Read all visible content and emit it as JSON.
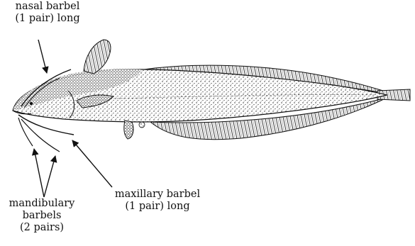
{
  "labels": {
    "nasal_barbel": {
      "line1": "nasal barbel",
      "line2": "(1 pair) long"
    },
    "mandibulary_barbels": {
      "line1": "mandibulary",
      "line2": "barbels",
      "line3": "(2 pairs)"
    },
    "maxillary_barbel": {
      "line1": "maxillary barbel",
      "line2": "(1 pair) long"
    }
  },
  "colors": {
    "ink": "#111111",
    "fill": "#ffffff"
  }
}
